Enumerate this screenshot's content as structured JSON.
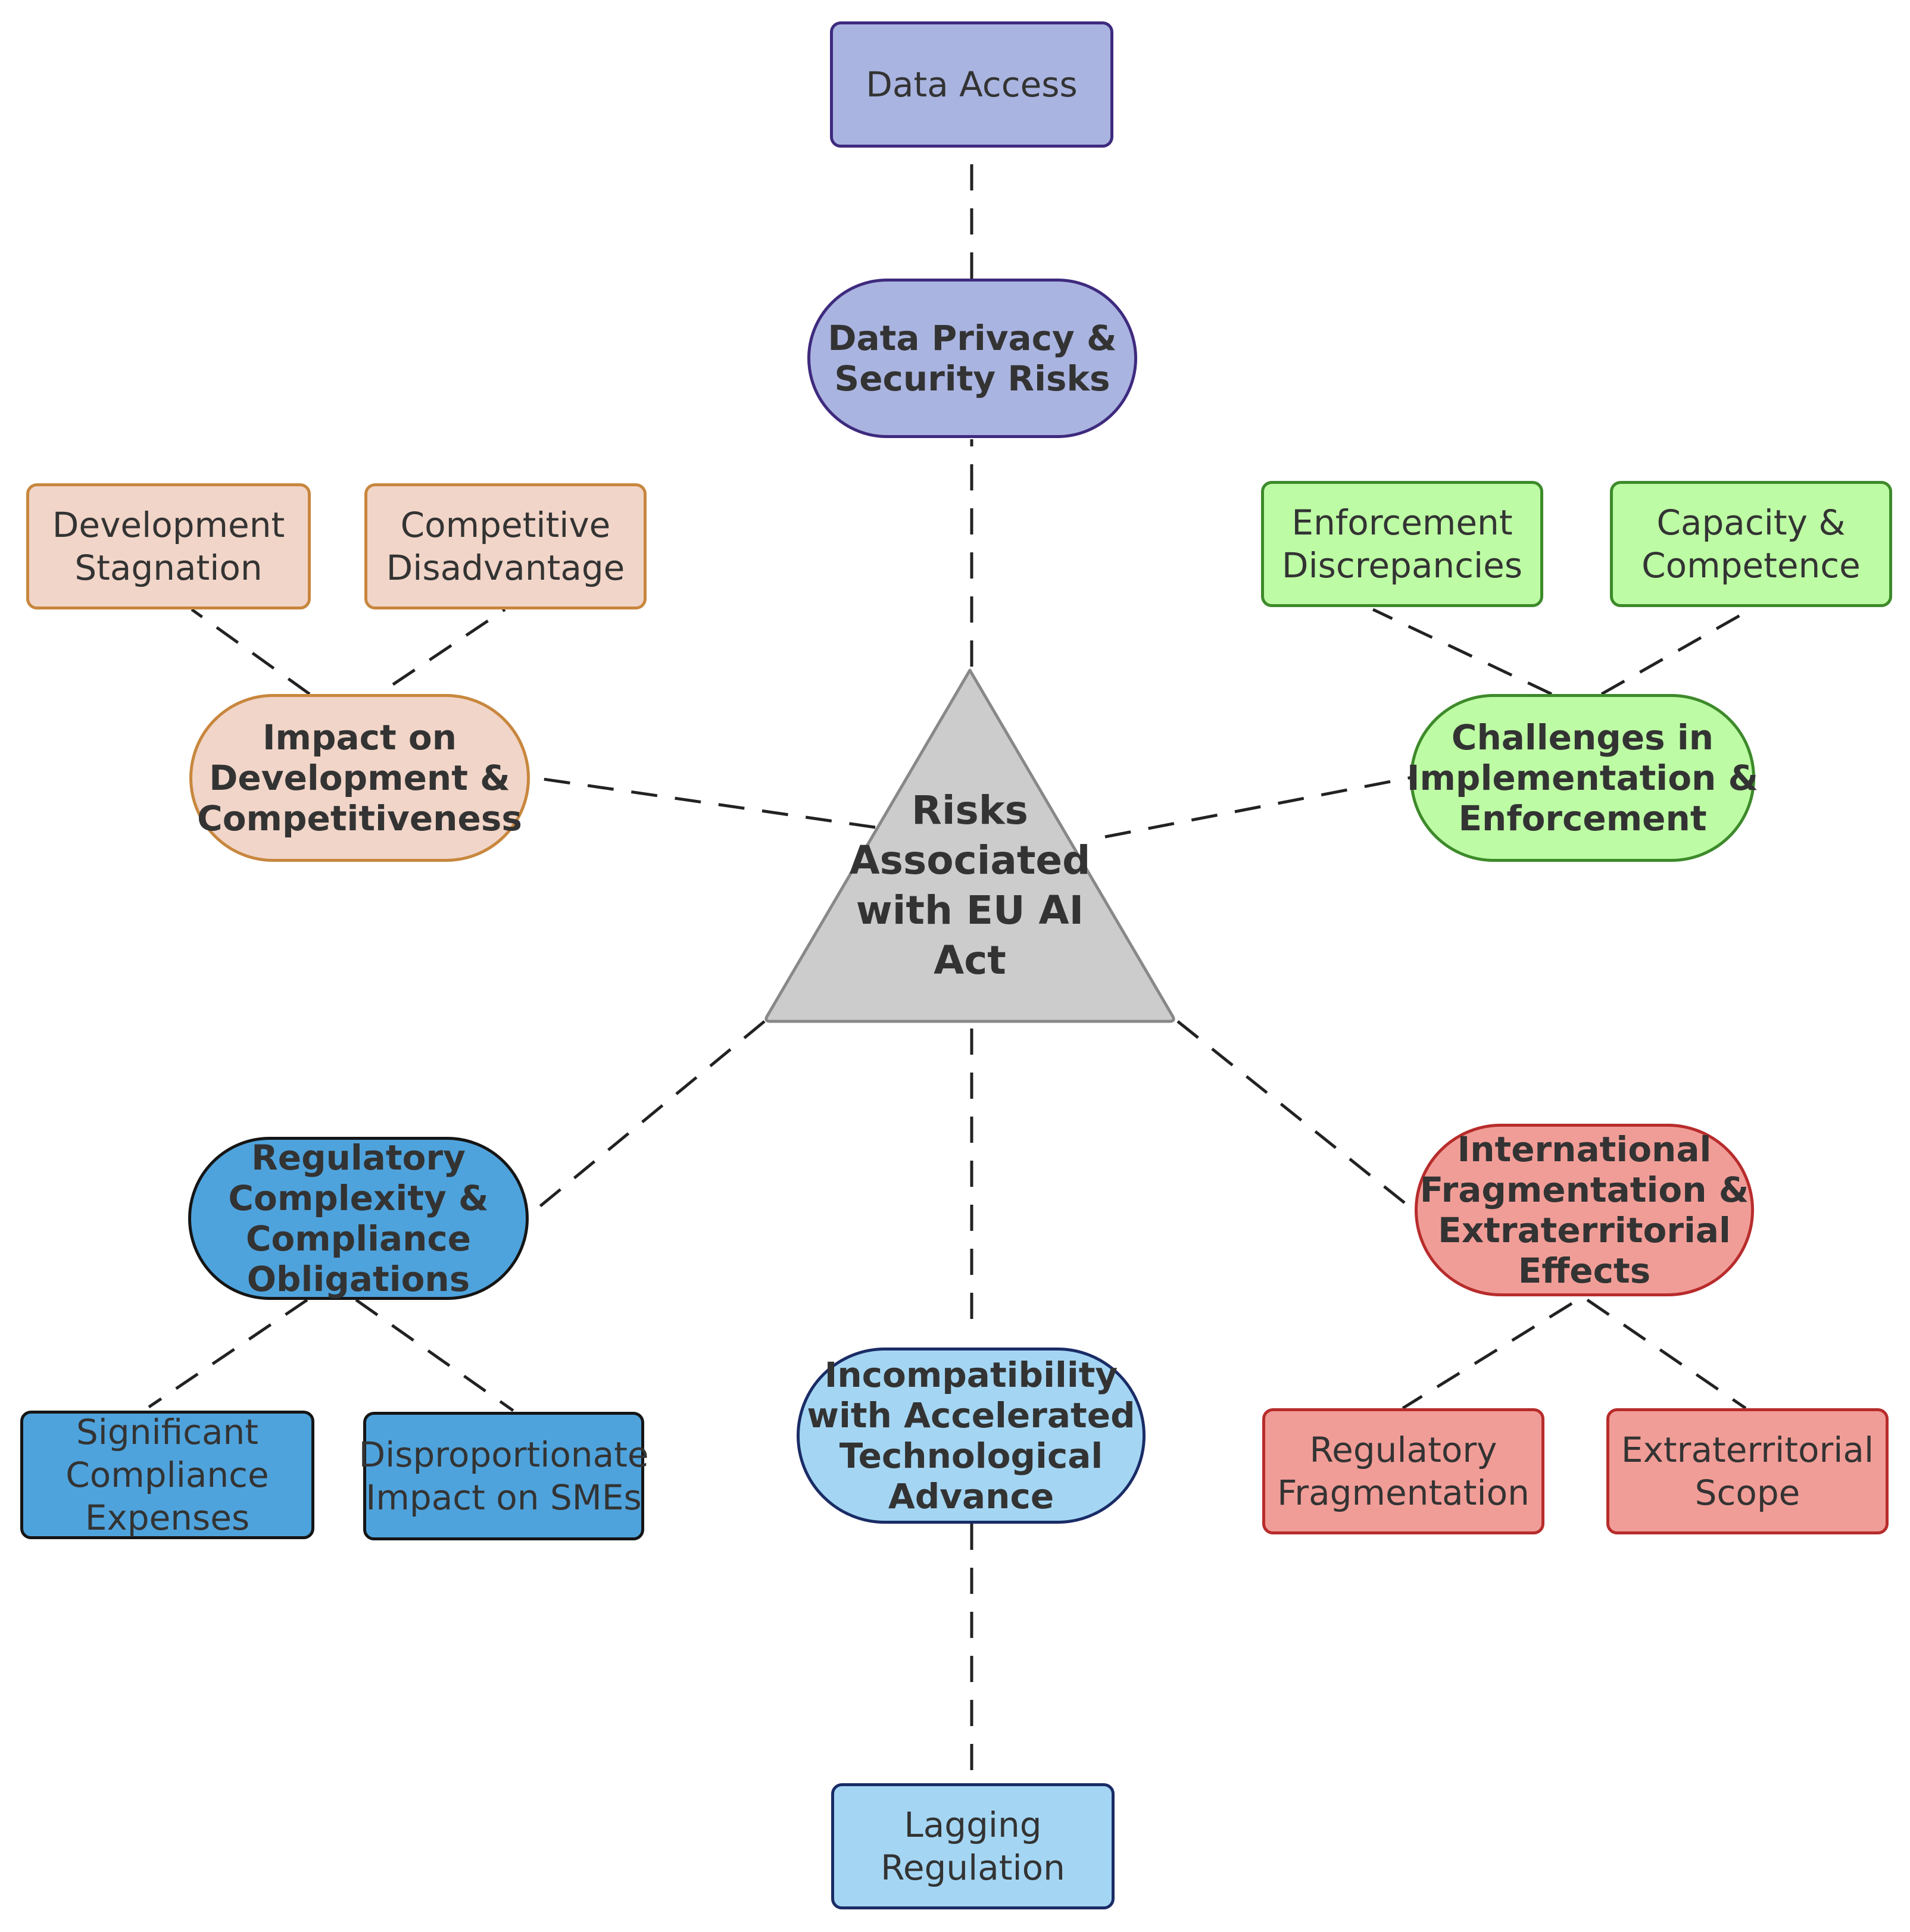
{
  "center": {
    "lines": [
      "Risks",
      "Associated",
      "with EU AI",
      "Act"
    ]
  },
  "topics": {
    "privacy": {
      "lines": [
        "Data Privacy &",
        "Security Risks"
      ]
    },
    "development": {
      "lines": [
        "Impact on",
        "Development &",
        "Competitiveness"
      ]
    },
    "implementation": {
      "lines": [
        "Challenges in",
        "Implementation &",
        "Enforcement"
      ]
    },
    "regulatory": {
      "lines": [
        "Regulatory",
        "Complexity &",
        "Compliance",
        "Obligations"
      ]
    },
    "incompatibility": {
      "lines": [
        "Incompatibility",
        "with Accelerated",
        "Technological",
        "Advance"
      ]
    },
    "international": {
      "lines": [
        "International",
        "Fragmentation &",
        "Extraterritorial",
        "Effects"
      ]
    }
  },
  "leaves": {
    "data_access": {
      "lines": [
        "Data Access"
      ]
    },
    "dev_stagnation": {
      "lines": [
        "Development",
        "Stagnation"
      ]
    },
    "competitive_disadvantage": {
      "lines": [
        "Competitive",
        "Disadvantage"
      ]
    },
    "enforcement_discrepancies": {
      "lines": [
        "Enforcement",
        "Discrepancies"
      ]
    },
    "capacity_competence": {
      "lines": [
        "Capacity &",
        "Competence"
      ]
    },
    "compliance_expenses": {
      "lines": [
        "Significant",
        "Compliance",
        "Expenses"
      ]
    },
    "smes_impact": {
      "lines": [
        "Disproportionate",
        "Impact on SMEs"
      ]
    },
    "lagging_regulation": {
      "lines": [
        "Lagging",
        "Regulation"
      ]
    },
    "regulatory_fragmentation": {
      "lines": [
        "Regulatory",
        "Fragmentation"
      ]
    },
    "extraterritorial_scope": {
      "lines": [
        "Extraterritorial",
        "Scope"
      ]
    }
  },
  "colors": {
    "center_fill": "#cccccc",
    "center_stroke": "#888888",
    "privacy": "#aab4e0",
    "development": "#f1d5c8",
    "implementation": "#bdfca4",
    "regulatory": "#4fa3dc",
    "incompatibility": "#a4d6f3",
    "international": "#f19d97",
    "connector": "#222222"
  },
  "shapes": {
    "center": "triangle",
    "topic": "rounded-pill",
    "leaf": "rounded-rectangle",
    "connector": "dashed-line"
  }
}
